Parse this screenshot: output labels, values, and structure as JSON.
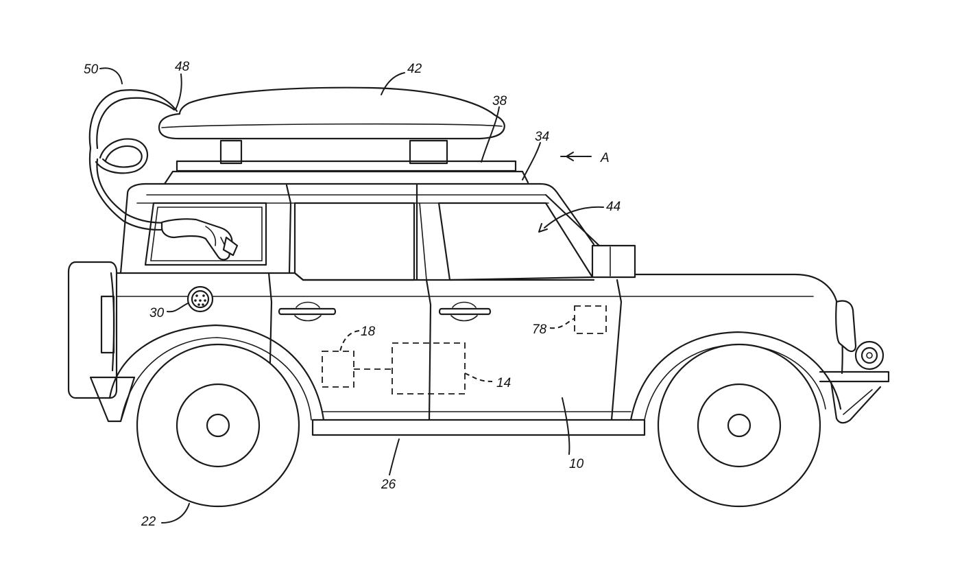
{
  "references": {
    "vehicle": "10",
    "controller": "14",
    "module": "18",
    "wheel": "22",
    "rocker": "26",
    "charge_port": "30",
    "roof": "34",
    "roof_rack": "38",
    "roof_box": "42",
    "cabin": "44",
    "outlet": "48",
    "cable": "50",
    "sensor": "78",
    "direction": "A"
  }
}
